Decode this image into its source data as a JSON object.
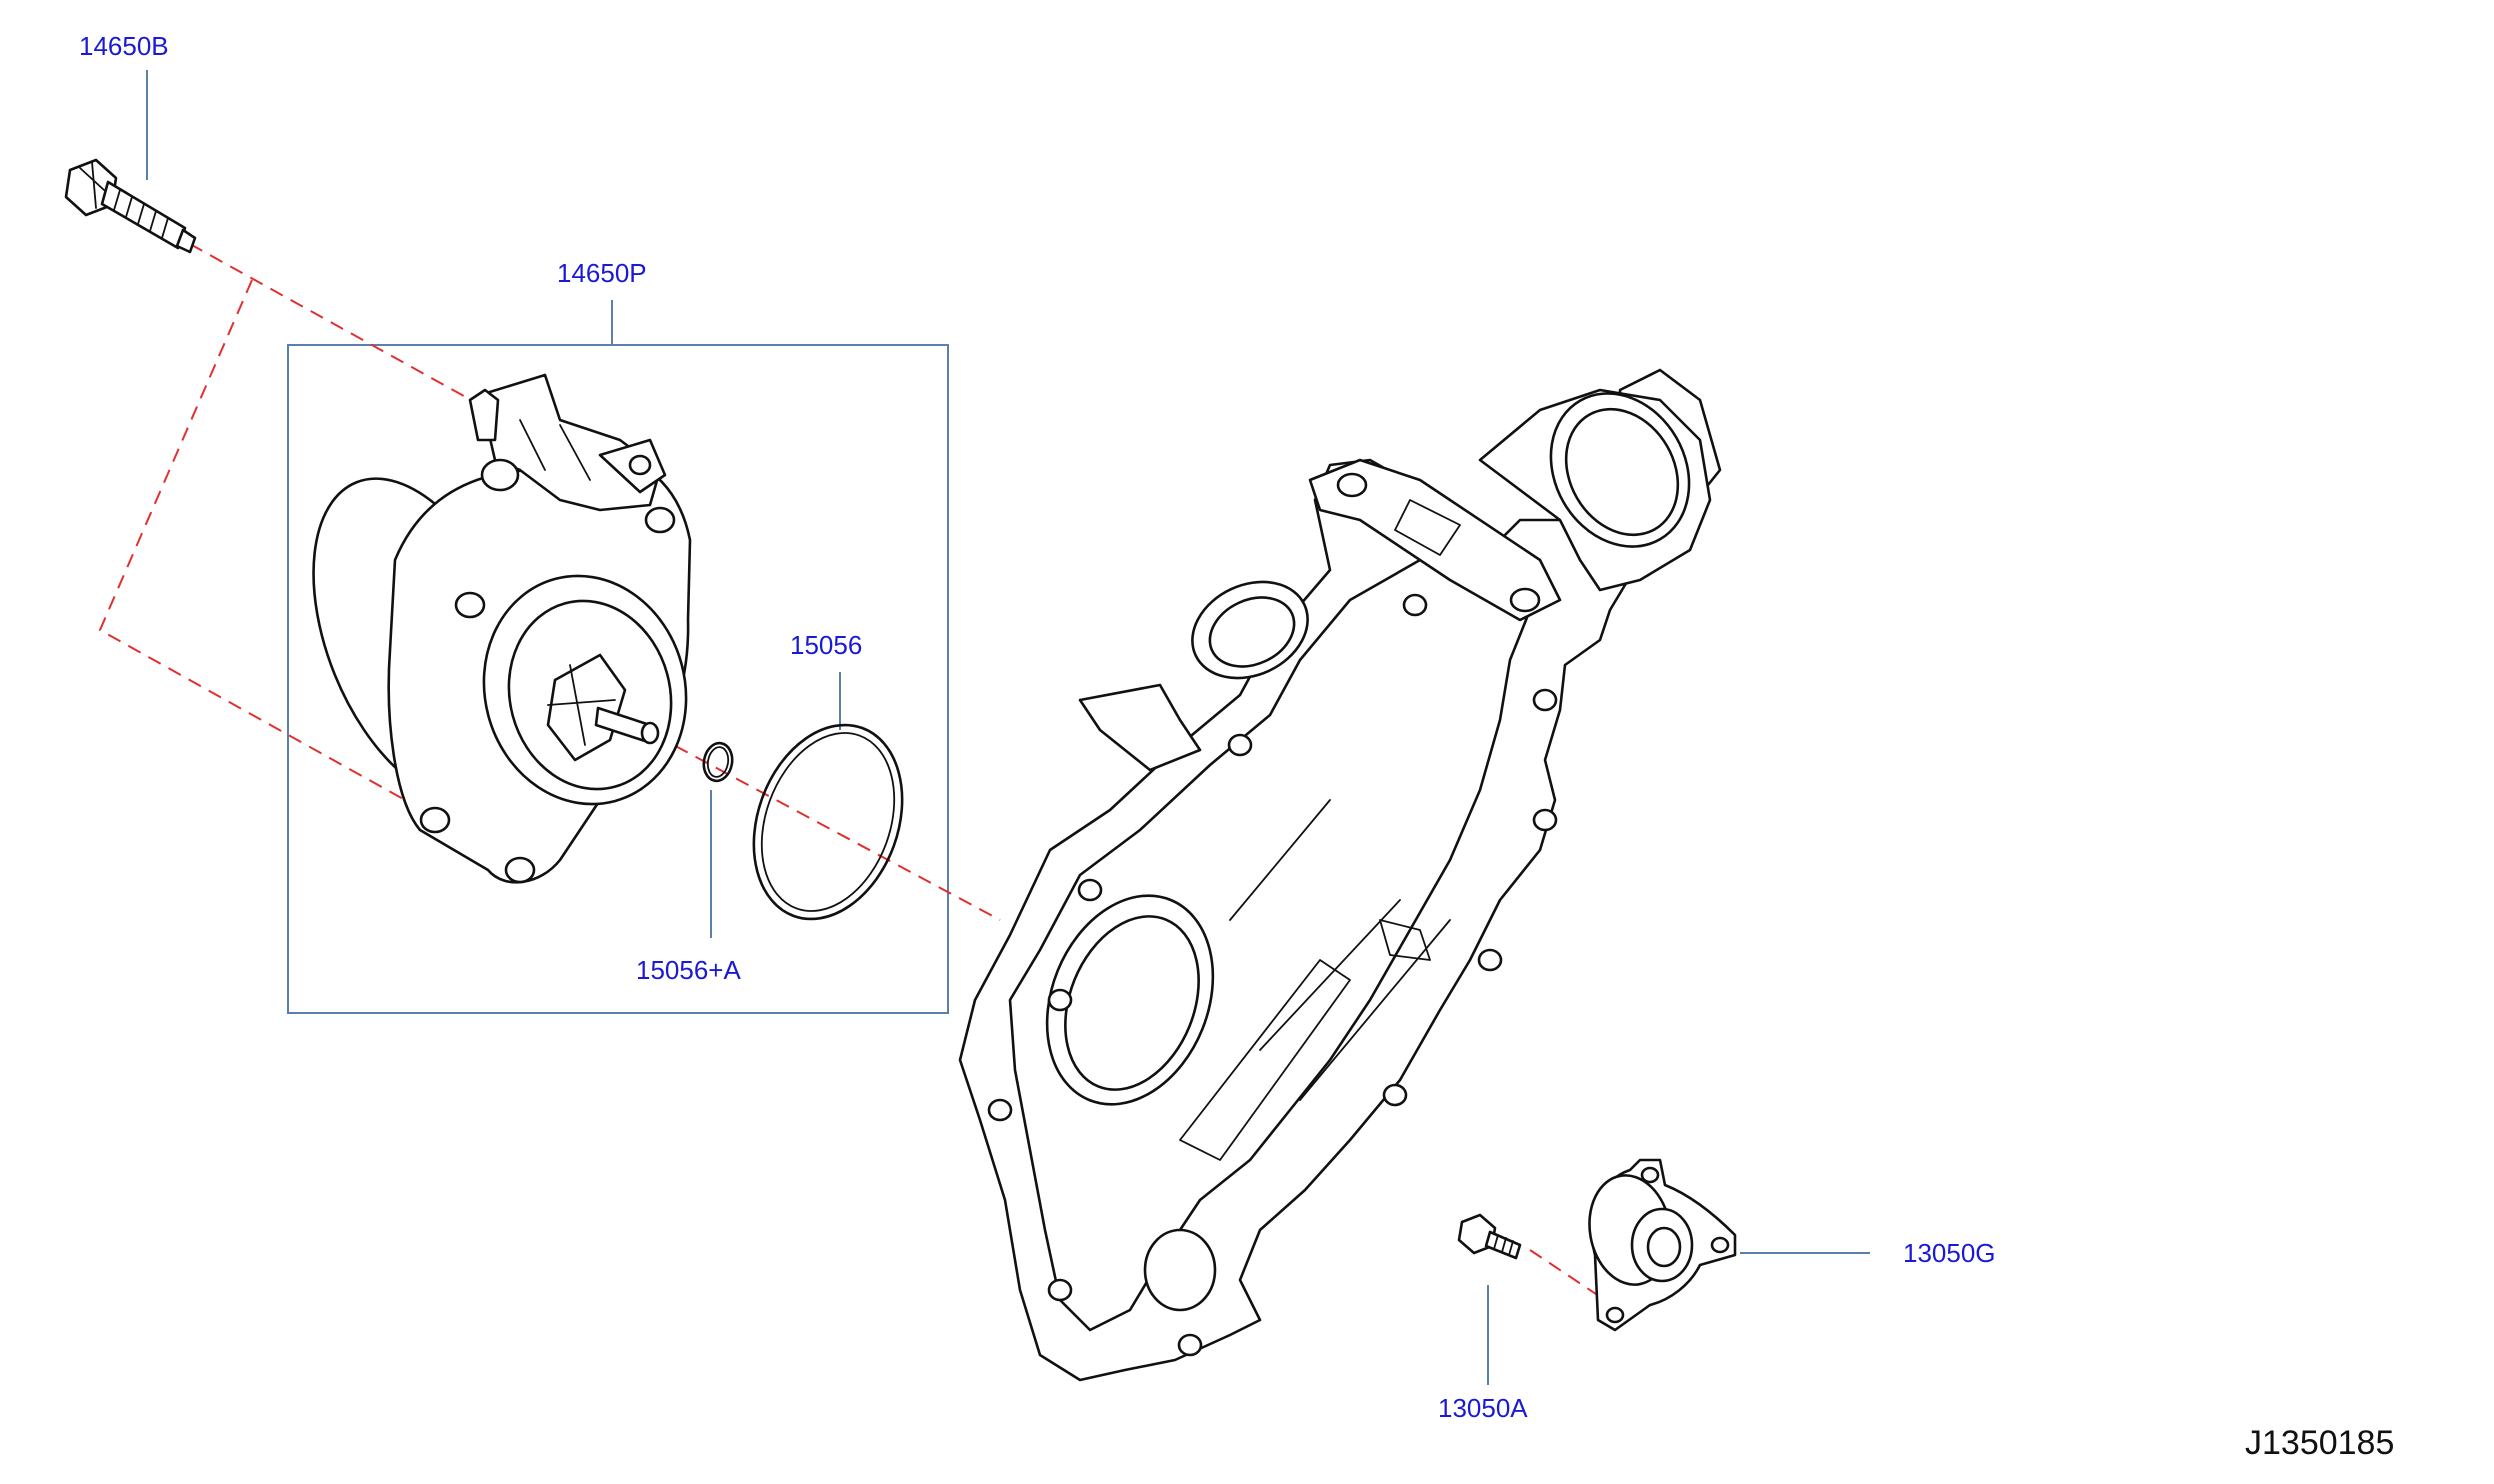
{
  "labels": {
    "bolt_upper": "14650B",
    "vacuum_pump_assembly": "14650P",
    "o_ring_large": "15056",
    "o_ring_small": "15056+A",
    "plate_bolt": "13050A",
    "plate": "13050G"
  },
  "diagram_code": "J1350185",
  "colors": {
    "label_text": "#1a1ad6",
    "leader_line": "#5a7fa8",
    "centerline": "#e03030",
    "line_art": "#111111"
  }
}
